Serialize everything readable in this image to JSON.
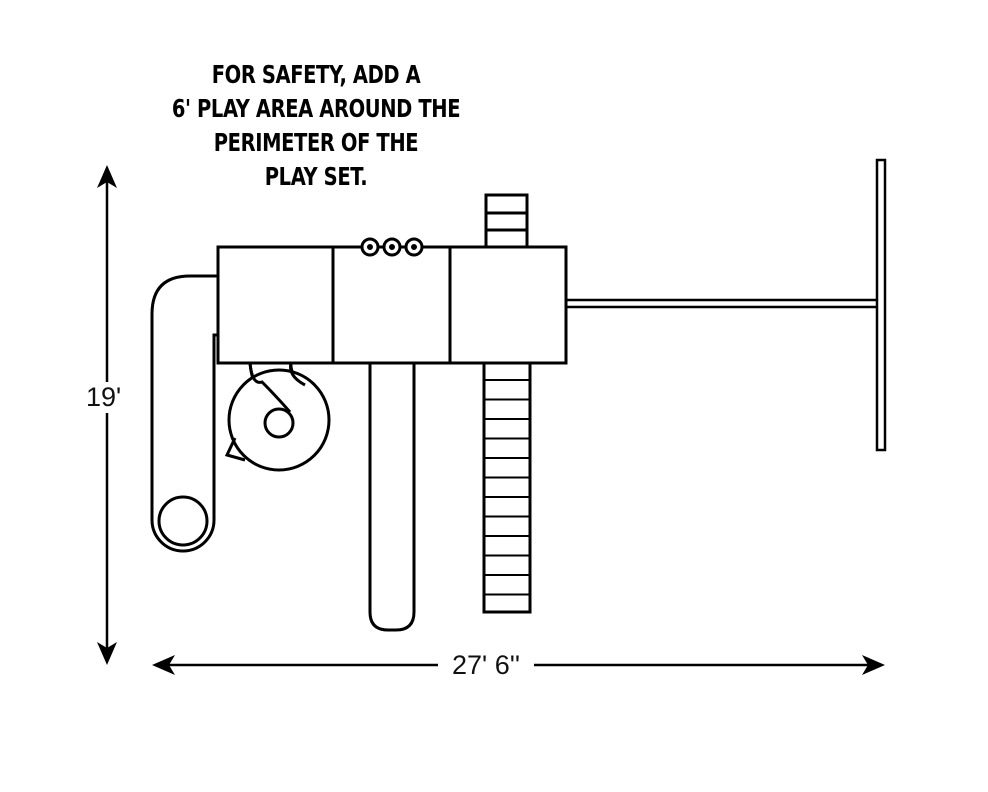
{
  "safety_note": {
    "lines": [
      "FOR SAFETY, ADD A",
      "6' PLAY AREA AROUND THE",
      "PERIMETER OF THE",
      "PLAY SET."
    ]
  },
  "dimensions": {
    "height": "19'",
    "width": "27' 6''"
  },
  "colors": {
    "line": "#000000",
    "background": "#ffffff"
  }
}
